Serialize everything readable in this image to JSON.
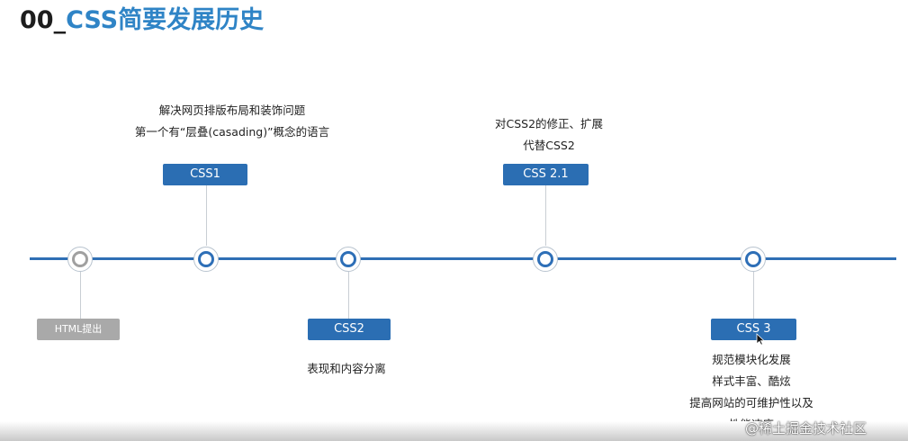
{
  "header": {
    "title_num": "00_",
    "title_text": "CSS简要发展历史"
  },
  "timeline": {
    "html": {
      "label": "HTML提出"
    },
    "css1": {
      "label": "CSS1",
      "desc": [
        "解决网页排版布局和装饰问题",
        "第一个有“层叠(casading)”概念的语言"
      ]
    },
    "css2": {
      "label": "CSS2",
      "desc": [
        "表现和内容分离"
      ]
    },
    "css21": {
      "label": "CSS 2.1",
      "desc": [
        "对CSS2的修正、扩展",
        "代替CSS2"
      ]
    },
    "css3": {
      "label": "CSS 3",
      "desc": [
        "规范模块化发展",
        "样式丰富、酷炫",
        "提高网站的可维护性以及",
        "性能速度"
      ]
    }
  },
  "colors": {
    "accent": "#2f84c6",
    "tag_blue": "#2b6eb3",
    "tag_gray": "#a9a9a9",
    "line": "#2f6fb5"
  },
  "icons": {
    "cursor": "arrow-pointer-icon"
  },
  "watermark": "@稀土掘金技术社区"
}
